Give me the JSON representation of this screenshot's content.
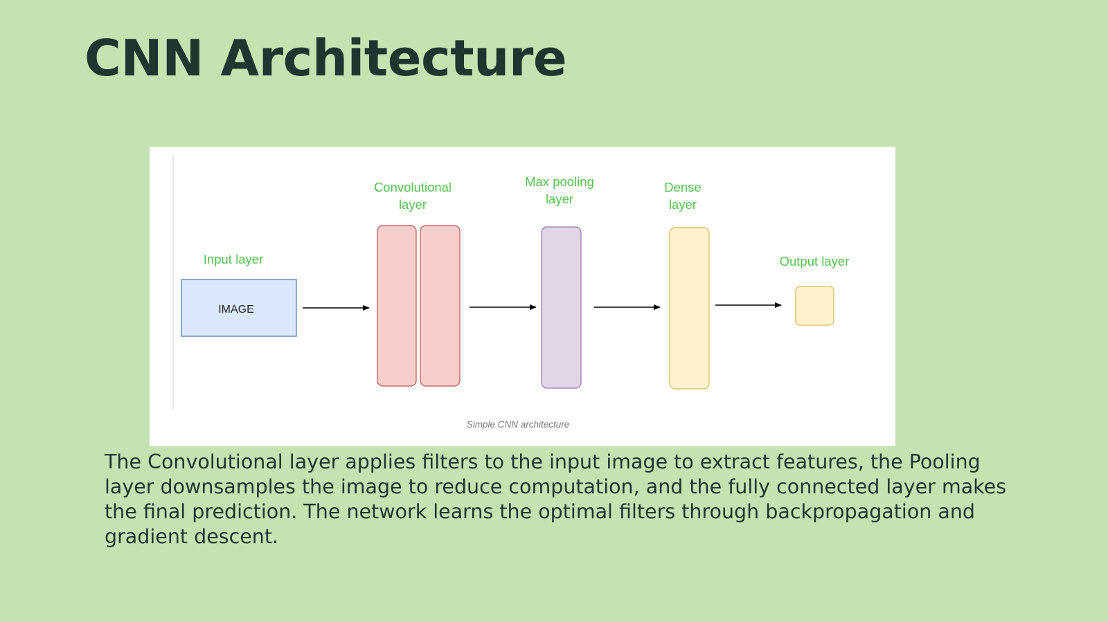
{
  "slide": {
    "title": "CNN Architecture",
    "body": "The Convolutional layer applies filters to the input image to extract features, the Pooling layer downsamples the image to reduce computation, and the fully connected layer makes the final prediction. The network learns the optimal filters through backpropagation and gradient descent."
  },
  "diagram": {
    "caption": "Simple CNN architecture",
    "label_color": "#54c24e",
    "input_layer": {
      "label": "Input layer",
      "box_text": "IMAGE",
      "fill": "#dae8fc",
      "stroke": "#6c8ebf"
    },
    "conv_layer": {
      "label_line1": "Convolutional",
      "label_line2": "layer",
      "fill": "#f8cecc",
      "stroke": "#b85450"
    },
    "pool_layer": {
      "label_line1": "Max pooling",
      "label_line2": "layer",
      "fill": "#e1d5e7",
      "stroke": "#9673a6"
    },
    "dense_layer": {
      "label_line1": "Dense",
      "label_line2": "layer",
      "fill": "#fff2cc",
      "stroke": "#d6b656"
    },
    "output_layer": {
      "label": "Output layer",
      "fill": "#fff2cc",
      "stroke": "#d6b656"
    }
  }
}
